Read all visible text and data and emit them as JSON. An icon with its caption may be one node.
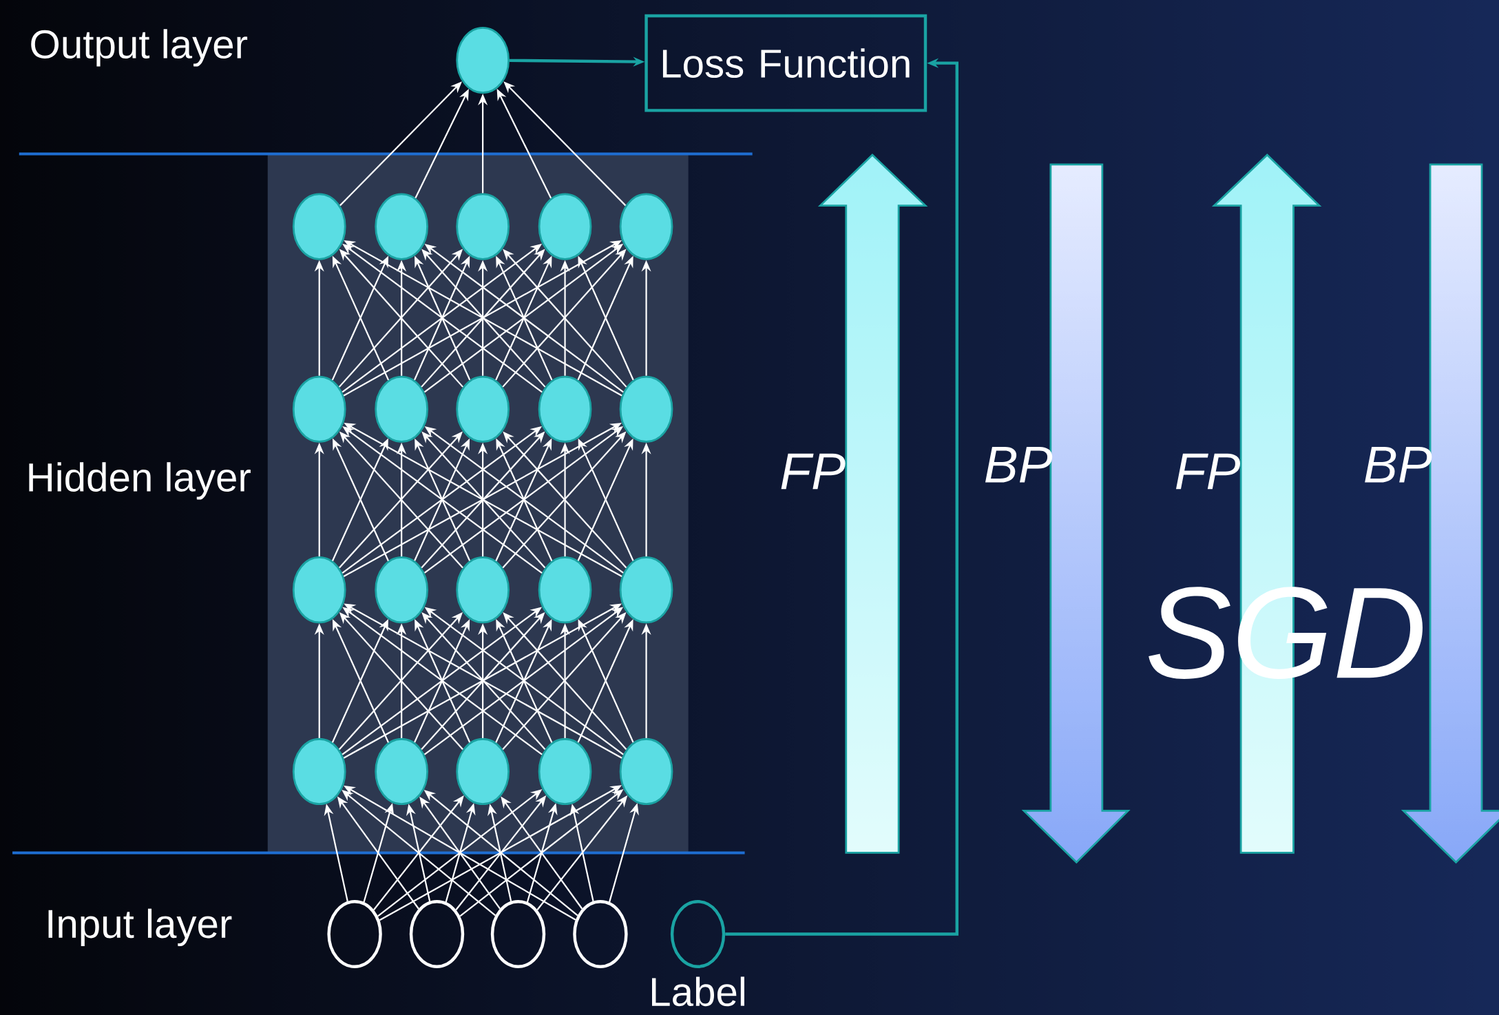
{
  "diagram": {
    "nodes": [
      {
        "text": [],
        "shape": "circle"
      },
      {
        "text": [
          "Loss Function"
        ]
      },
      {
        "text": [],
        "shape": "circle"
      },
      {
        "text": [],
        "shape": "circle"
      },
      {
        "text": [],
        "shape": "circle"
      },
      {
        "text": [],
        "shape": "circle"
      },
      {
        "text": [],
        "shape": "circle"
      },
      {
        "text": [],
        "shape": "circle"
      },
      {
        "text": [],
        "shape": "circle"
      },
      {
        "text": [],
        "shape": "circle"
      },
      {
        "text": [],
        "shape": "circle"
      },
      {
        "text": [],
        "shape": "circle"
      },
      {
        "text": [],
        "shape": "circle"
      },
      {
        "text": [],
        "shape": "circle"
      },
      {
        "text": [],
        "shape": "circle"
      },
      {
        "text": [],
        "shape": "circle"
      },
      {
        "text": [],
        "shape": "circle"
      },
      {
        "text": [],
        "shape": "circle"
      },
      {
        "text": [],
        "shape": "circle"
      },
      {
        "text": [],
        "shape": "circle"
      },
      {
        "text": [],
        "shape": "circle"
      },
      {
        "text": [],
        "shape": "circle"
      },
      {
        "text": [],
        "shape": "circle"
      },
      {
        "text": [],
        "shape": "circle"
      },
      {
        "text": [],
        "shape": "circle"
      },
      {
        "text": [],
        "shape": "circle"
      },
      {
        "text": [],
        "shape": "circle",
        "beside": [
          "Label"
        ]
      }
    ],
    "edges": [
      {
        "from": 0,
        "to": 1,
        "arrow": "to",
        "color": "#1aa3a3"
      },
      {
        "from": 26,
        "to": 1,
        "arrow": "to",
        "color": "#1aa3a3"
      },
      {
        "from": 2,
        "to": 0,
        "arrow": "to"
      },
      {
        "from": 3,
        "to": 0,
        "arrow": "to"
      },
      {
        "from": 4,
        "to": 0,
        "arrow": "to"
      },
      {
        "from": 5,
        "to": 0,
        "arrow": "to"
      },
      {
        "from": 6,
        "to": 0,
        "arrow": "to"
      },
      {
        "from": 7,
        "to": 2,
        "arrow": "to"
      },
      {
        "from": 7,
        "to": 3,
        "arrow": "to"
      },
      {
        "from": 7,
        "to": 4,
        "arrow": "to"
      },
      {
        "from": 7,
        "to": 5,
        "arrow": "to"
      },
      {
        "from": 7,
        "to": 6,
        "arrow": "to"
      },
      {
        "from": 8,
        "to": 2,
        "arrow": "to"
      },
      {
        "from": 8,
        "to": 3,
        "arrow": "to"
      },
      {
        "from": 8,
        "to": 4,
        "arrow": "to"
      },
      {
        "from": 8,
        "to": 5,
        "arrow": "to"
      },
      {
        "from": 8,
        "to": 6,
        "arrow": "to"
      },
      {
        "from": 9,
        "to": 2,
        "arrow": "to"
      },
      {
        "from": 9,
        "to": 3,
        "arrow": "to"
      },
      {
        "from": 9,
        "to": 4,
        "arrow": "to"
      },
      {
        "from": 9,
        "to": 5,
        "arrow": "to"
      },
      {
        "from": 9,
        "to": 6,
        "arrow": "to"
      },
      {
        "from": 10,
        "to": 2,
        "arrow": "to"
      },
      {
        "from": 10,
        "to": 3,
        "arrow": "to"
      },
      {
        "from": 10,
        "to": 4,
        "arrow": "to"
      },
      {
        "from": 10,
        "to": 5,
        "arrow": "to"
      },
      {
        "from": 10,
        "to": 6,
        "arrow": "to"
      },
      {
        "from": 11,
        "to": 2,
        "arrow": "to"
      },
      {
        "from": 11,
        "to": 3,
        "arrow": "to"
      },
      {
        "from": 11,
        "to": 4,
        "arrow": "to"
      },
      {
        "from": 11,
        "to": 5,
        "arrow": "to"
      },
      {
        "from": 11,
        "to": 6,
        "arrow": "to"
      },
      {
        "from": 12,
        "to": 7,
        "arrow": "to"
      },
      {
        "from": 12,
        "to": 8,
        "arrow": "to"
      },
      {
        "from": 12,
        "to": 9,
        "arrow": "to"
      },
      {
        "from": 12,
        "to": 10,
        "arrow": "to"
      },
      {
        "from": 12,
        "to": 11,
        "arrow": "to"
      },
      {
        "from": 13,
        "to": 7,
        "arrow": "to"
      },
      {
        "from": 13,
        "to": 8,
        "arrow": "to"
      },
      {
        "from": 13,
        "to": 9,
        "arrow": "to"
      },
      {
        "from": 13,
        "to": 10,
        "arrow": "to"
      },
      {
        "from": 13,
        "to": 11,
        "arrow": "to"
      },
      {
        "from": 14,
        "to": 7,
        "arrow": "to"
      },
      {
        "from": 14,
        "to": 8,
        "arrow": "to"
      },
      {
        "from": 14,
        "to": 9,
        "arrow": "to"
      },
      {
        "from": 14,
        "to": 10,
        "arrow": "to"
      },
      {
        "from": 14,
        "to": 11,
        "arrow": "to"
      },
      {
        "from": 15,
        "to": 7,
        "arrow": "to"
      },
      {
        "from": 15,
        "to": 8,
        "arrow": "to"
      },
      {
        "from": 15,
        "to": 9,
        "arrow": "to"
      },
      {
        "from": 15,
        "to": 10,
        "arrow": "to"
      },
      {
        "from": 15,
        "to": 11,
        "arrow": "to"
      },
      {
        "from": 16,
        "to": 7,
        "arrow": "to"
      },
      {
        "from": 16,
        "to": 8,
        "arrow": "to"
      },
      {
        "from": 16,
        "to": 9,
        "arrow": "to"
      },
      {
        "from": 16,
        "to": 10,
        "arrow": "to"
      },
      {
        "from": 16,
        "to": 11,
        "arrow": "to"
      },
      {
        "from": 17,
        "to": 12,
        "arrow": "to"
      },
      {
        "from": 17,
        "to": 13,
        "arrow": "to"
      },
      {
        "from": 17,
        "to": 14,
        "arrow": "to"
      },
      {
        "from": 17,
        "to": 15,
        "arrow": "to"
      },
      {
        "from": 17,
        "to": 16,
        "arrow": "to"
      },
      {
        "from": 18,
        "to": 12,
        "arrow": "to"
      },
      {
        "from": 18,
        "to": 13,
        "arrow": "to"
      },
      {
        "from": 18,
        "to": 14,
        "arrow": "to"
      },
      {
        "from": 18,
        "to": 15,
        "arrow": "to"
      },
      {
        "from": 18,
        "to": 16,
        "arrow": "to"
      },
      {
        "from": 19,
        "to": 12,
        "arrow": "to"
      },
      {
        "from": 19,
        "to": 13,
        "arrow": "to"
      },
      {
        "from": 19,
        "to": 14,
        "arrow": "to"
      },
      {
        "from": 19,
        "to": 15,
        "arrow": "to"
      },
      {
        "from": 19,
        "to": 16,
        "arrow": "to"
      },
      {
        "from": 20,
        "to": 12,
        "arrow": "to"
      },
      {
        "from": 20,
        "to": 13,
        "arrow": "to"
      },
      {
        "from": 20,
        "to": 14,
        "arrow": "to"
      },
      {
        "from": 20,
        "to": 15,
        "arrow": "to"
      },
      {
        "from": 20,
        "to": 16,
        "arrow": "to"
      },
      {
        "from": 21,
        "to": 12,
        "arrow": "to"
      },
      {
        "from": 21,
        "to": 13,
        "arrow": "to"
      },
      {
        "from": 21,
        "to": 14,
        "arrow": "to"
      },
      {
        "from": 21,
        "to": 15,
        "arrow": "to"
      },
      {
        "from": 21,
        "to": 16,
        "arrow": "to"
      },
      {
        "from": 22,
        "to": 17,
        "arrow": "to"
      },
      {
        "from": 22,
        "to": 18,
        "arrow": "to"
      },
      {
        "from": 22,
        "to": 19,
        "arrow": "to"
      },
      {
        "from": 22,
        "to": 20,
        "arrow": "to"
      },
      {
        "from": 22,
        "to": 21,
        "arrow": "to"
      },
      {
        "from": 23,
        "to": 17,
        "arrow": "to"
      },
      {
        "from": 23,
        "to": 18,
        "arrow": "to"
      },
      {
        "from": 23,
        "to": 19,
        "arrow": "to"
      },
      {
        "from": 23,
        "to": 20,
        "arrow": "to"
      },
      {
        "from": 23,
        "to": 21,
        "arrow": "to"
      },
      {
        "from": 24,
        "to": 17,
        "arrow": "to"
      },
      {
        "from": 24,
        "to": 18,
        "arrow": "to"
      },
      {
        "from": 24,
        "to": 19,
        "arrow": "to"
      },
      {
        "from": 24,
        "to": 20,
        "arrow": "to"
      },
      {
        "from": 24,
        "to": 21,
        "arrow": "to"
      },
      {
        "from": 25,
        "to": 17,
        "arrow": "to"
      },
      {
        "from": 25,
        "to": 18,
        "arrow": "to"
      },
      {
        "from": 25,
        "to": 19,
        "arrow": "to"
      },
      {
        "from": 25,
        "to": 20,
        "arrow": "to"
      },
      {
        "from": 25,
        "to": 21,
        "arrow": "to"
      }
    ],
    "labels": [
      "Output layer",
      "Hidden layer",
      "Input layer",
      "FP",
      "BP",
      "FP",
      "BP",
      "SGD"
    ]
  }
}
